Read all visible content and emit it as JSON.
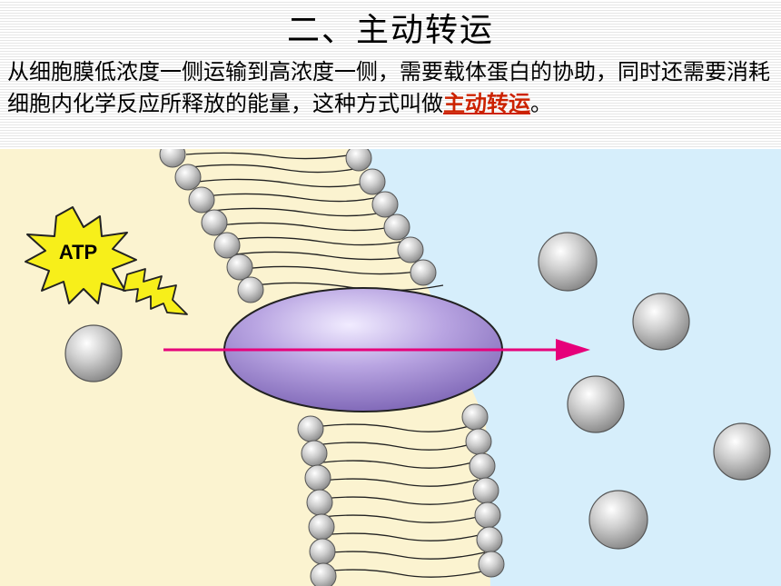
{
  "slide": {
    "title": "二、主动转运",
    "description_main": "从细胞膜低浓度一侧运输到高浓度一侧，需要载体蛋白的协助，同时还需要消耗细胞内化学反应所释放的能量，这种方式叫做",
    "term": "主动转运",
    "description_end": "。"
  },
  "diagram": {
    "atp_label": "ATP",
    "colors": {
      "low_side": "#fbf3d0",
      "high_side": "#d6eefb",
      "carrier_protein": "#b7a3e0",
      "arrow": "#e6007a",
      "starburst": "#f7ef1a",
      "molecule": "#b8b8b8"
    }
  }
}
